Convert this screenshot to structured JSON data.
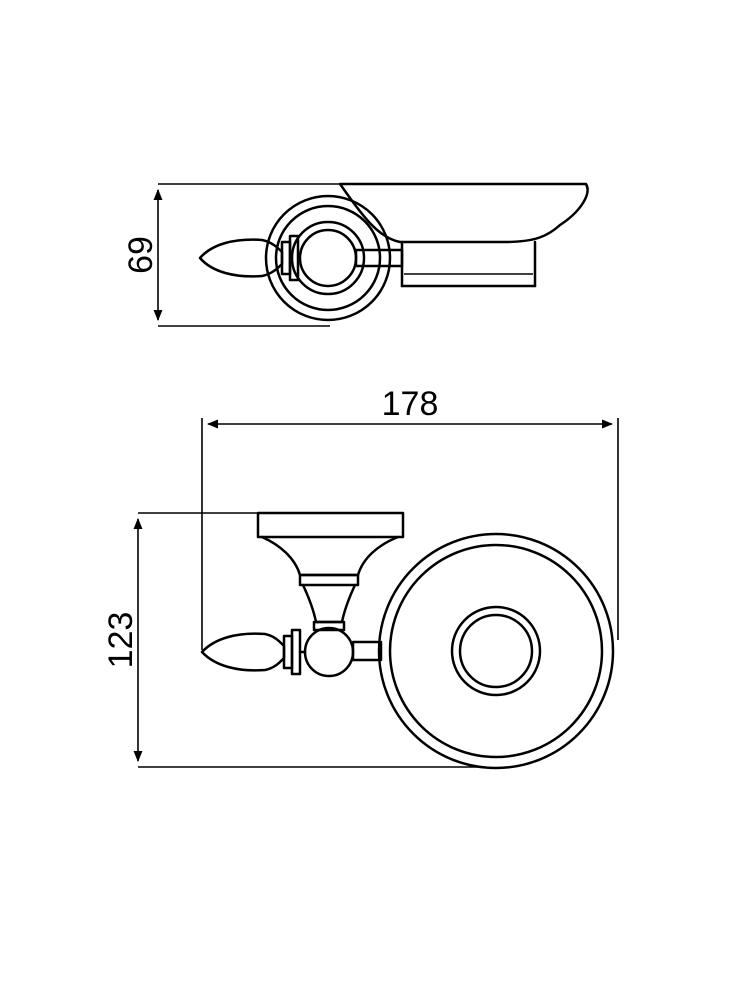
{
  "dimensions": {
    "height_side": "69",
    "width": "178",
    "height_front": "123"
  }
}
